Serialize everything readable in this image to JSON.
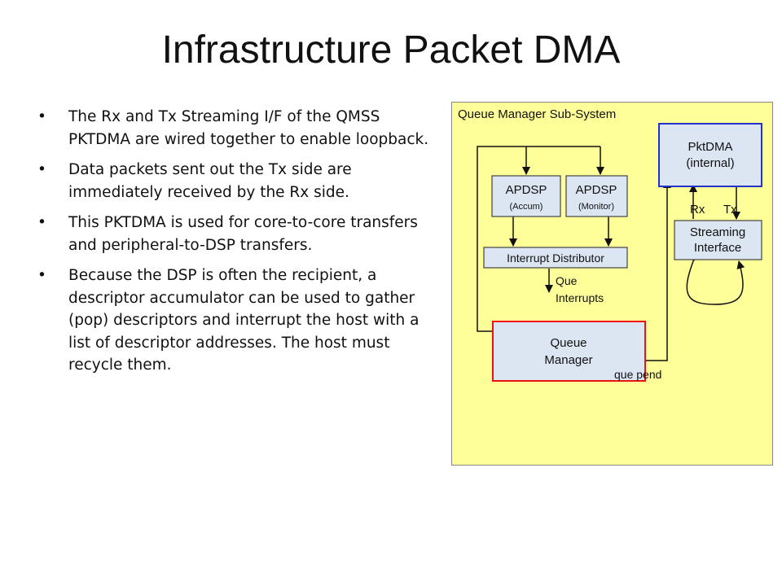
{
  "slide": {
    "title": "Infrastructure Packet DMA",
    "bullets": [
      "The Rx and Tx Streaming I/F of the QMSS PKTDMA are wired together to enable loopback.",
      "Data packets sent out the Tx side are immediately received by the Rx side.",
      "This PKTDMA is used for core-to-core transfers and peripheral-to-DSP transfers.",
      "Because the DSP is often the recipient, a descriptor accumulator can be used to gather (pop) descriptors and interrupt the host with a list of descriptor addresses. The host must recycle them."
    ]
  },
  "diagram": {
    "container_label": "Queue Manager Sub-System",
    "apdsp_accum": {
      "title": "APDSP",
      "subtitle": "(Accum)"
    },
    "apdsp_monitor": {
      "title": "APDSP",
      "subtitle": "(Monitor)"
    },
    "interrupt_distributor": "Interrupt Distributor",
    "que_interrupts": [
      "Que",
      "Interrupts"
    ],
    "queue_manager": [
      "Queue",
      "Manager"
    ],
    "que_pend": "que pend",
    "pktdma": [
      "PktDMA",
      "(internal)"
    ],
    "rx_label": "Rx",
    "tx_label": "Tx",
    "streaming_interface": [
      "Streaming",
      "Interface"
    ],
    "colors": {
      "container_fill": "#ffff99",
      "box_fill": "#dce6f2",
      "pktdma_border": "#2233cc",
      "queue_manager_border": "#ee1111"
    }
  }
}
